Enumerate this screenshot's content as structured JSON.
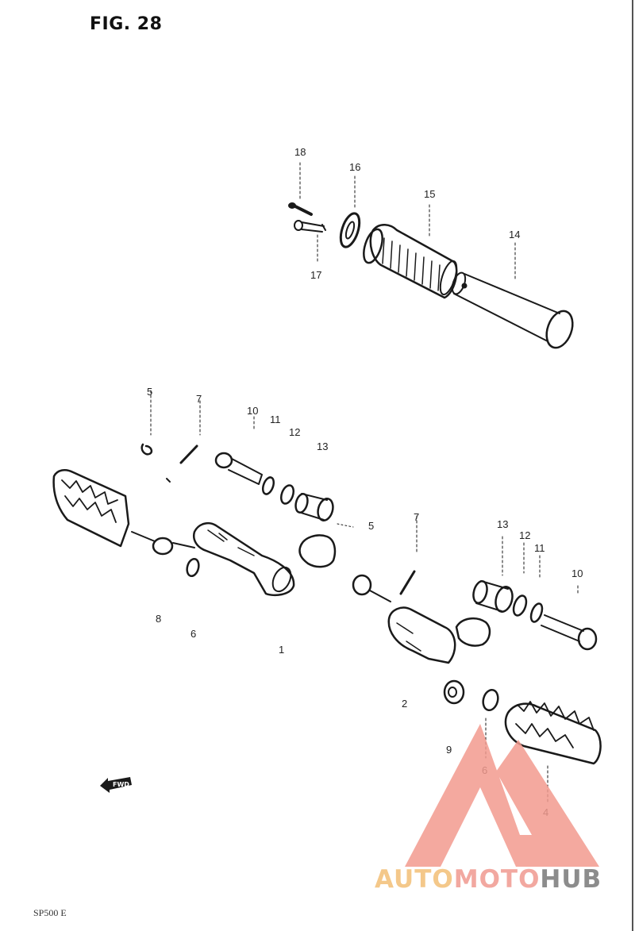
{
  "figure": {
    "title": "FIG. 28"
  },
  "callouts": {
    "c18": "18",
    "c16": "16",
    "c15": "15",
    "c14": "14",
    "c17": "17",
    "l5": "5",
    "l7": "7",
    "l10": "10",
    "l11": "11",
    "l12": "12",
    "l13": "13",
    "l5b": "5",
    "l8": "8",
    "l6": "6",
    "l1": "1",
    "r7": "7",
    "r13": "13",
    "r12": "12",
    "r11": "11",
    "r10": "10",
    "r2": "2",
    "r9": "9",
    "r6": "6",
    "r4": "4"
  },
  "fwd_label": "FWD",
  "footer": {
    "code": "SP500 E"
  },
  "watermark": {
    "part1": "AUTO",
    "part2": "MOTO",
    "part3": "HUB",
    "colors": {
      "auto": "#f4c88a",
      "moto": "#f2a8a0",
      "hub": "#8c8c8c",
      "logo": "#f29a8e"
    }
  },
  "colors": {
    "ink": "#1a1a1a",
    "background": "#ffffff"
  }
}
